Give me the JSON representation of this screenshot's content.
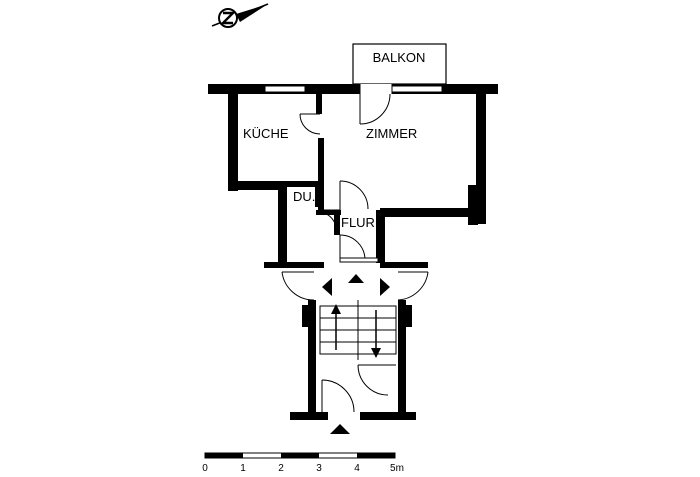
{
  "rooms": {
    "balcony": "BALKON",
    "kitchen": "KÜCHE",
    "living_room": "ZIMMER",
    "shower": "DU.",
    "hallway": "FLUR"
  },
  "scale_bar": {
    "ticks": [
      "0",
      "1",
      "2",
      "3",
      "4",
      "5m"
    ]
  },
  "icons": {
    "north_arrow": "compass-north-icon",
    "entrance": "entrance-arrow-icon"
  },
  "colors": {
    "wall": "#000000",
    "background": "#ffffff"
  }
}
